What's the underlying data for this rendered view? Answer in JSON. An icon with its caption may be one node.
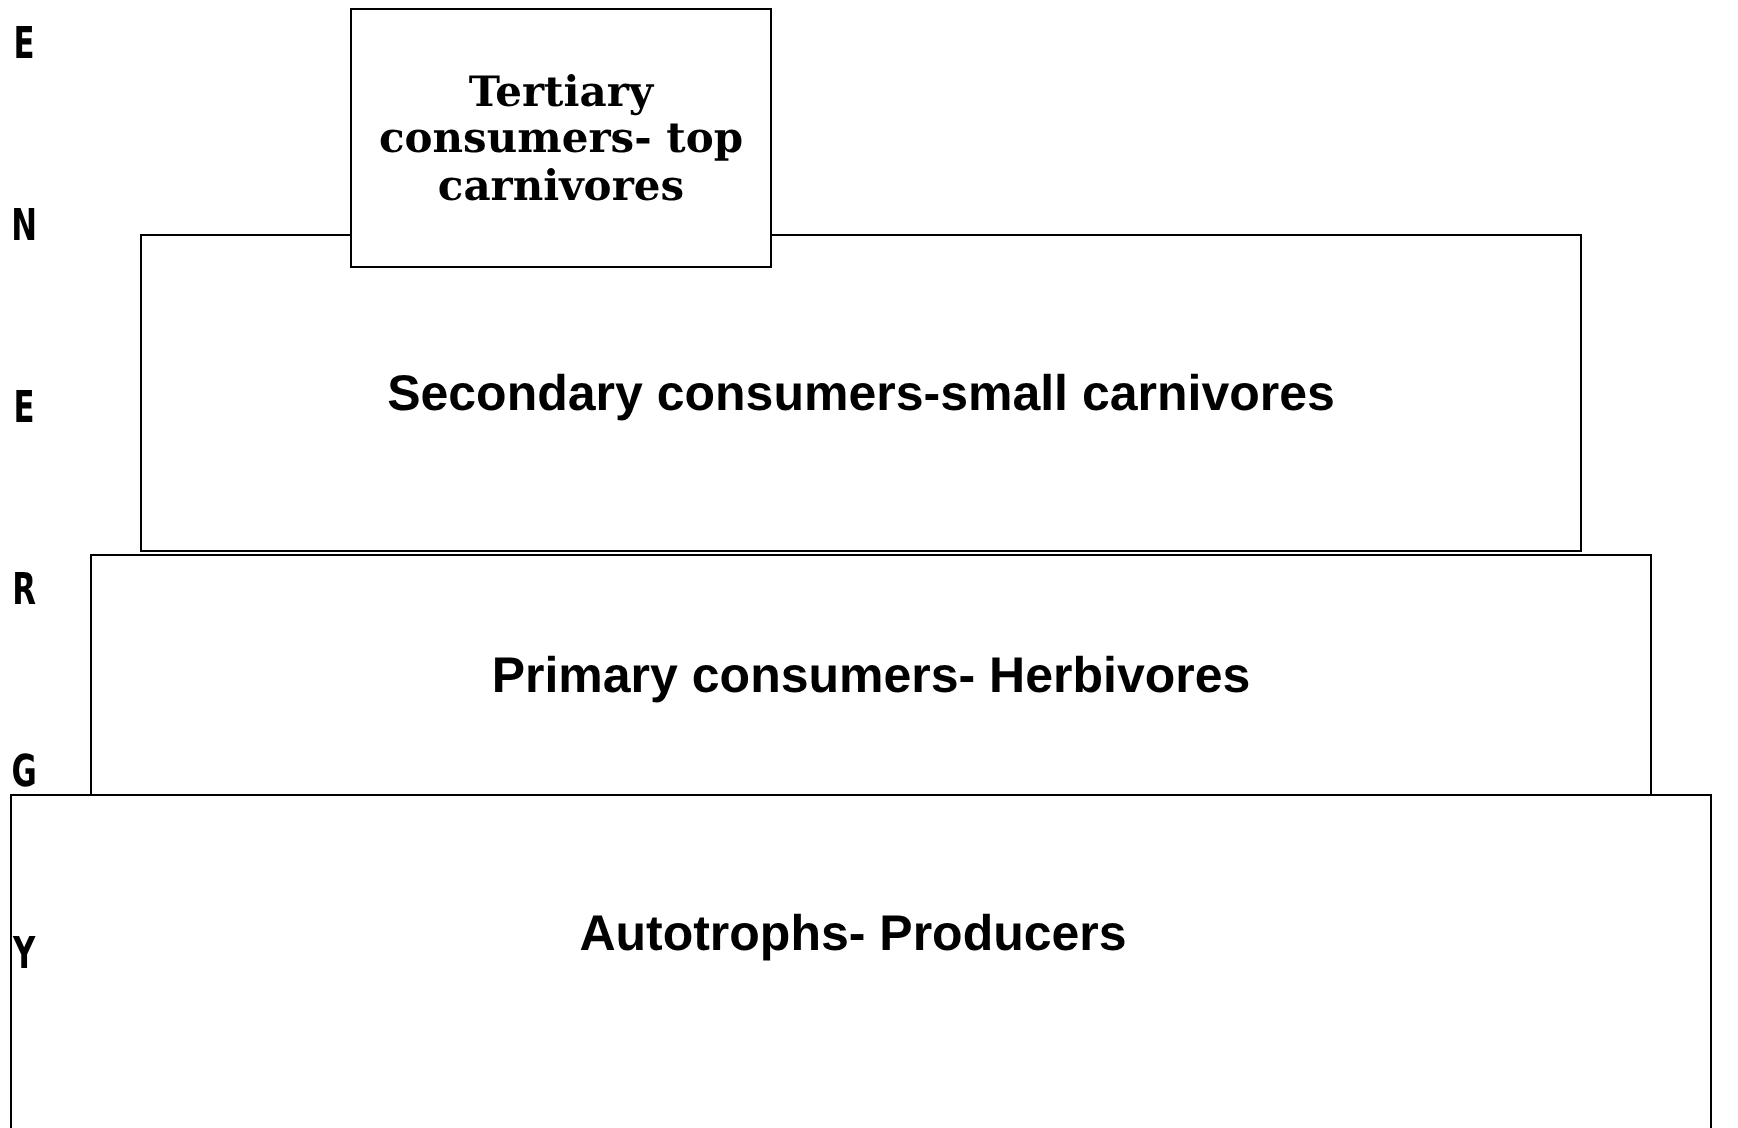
{
  "diagram": {
    "nodes": [
      {
        "text": [
          "Tertiary consumers- top carnivores"
        ]
      },
      {
        "text": [
          "Secondary consumers-small carnivores"
        ]
      },
      {
        "text": [
          "Primary consumers- Herbivores"
        ]
      },
      {
        "text": [
          "Autotrophs- Producers"
        ]
      }
    ],
    "labels": [
      "ENERGY"
    ]
  }
}
